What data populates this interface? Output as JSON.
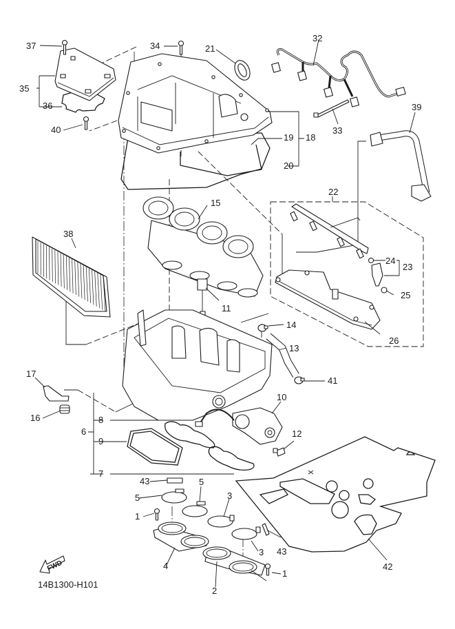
{
  "diagram": {
    "title": "Intake / air box exploded parts diagram",
    "diagram_code": "14B1300-H101",
    "direction_indicator": "FWD",
    "callouts": [
      {
        "id": "c1a",
        "label": "1",
        "part": "bolt"
      },
      {
        "id": "c1b",
        "label": "1",
        "part": "bolt"
      },
      {
        "id": "c2",
        "label": "2",
        "part": "joint (throttle body)"
      },
      {
        "id": "c3a",
        "label": "3",
        "part": "hose clamp"
      },
      {
        "id": "c3b",
        "label": "3",
        "part": "hose clamp"
      },
      {
        "id": "c4",
        "label": "4",
        "part": "joint (throttle body)"
      },
      {
        "id": "c5a",
        "label": "5",
        "part": "hose clamp"
      },
      {
        "id": "c5b",
        "label": "5",
        "part": "hose clamp"
      },
      {
        "id": "c6",
        "label": "6",
        "part": "air filter case assembly"
      },
      {
        "id": "c7",
        "label": "7",
        "part": "gasket"
      },
      {
        "id": "c8",
        "label": "8",
        "part": "gasket"
      },
      {
        "id": "c9",
        "label": "9",
        "part": "seal"
      },
      {
        "id": "c10",
        "label": "10",
        "part": "valve"
      },
      {
        "id": "c11",
        "label": "11",
        "part": "sensor"
      },
      {
        "id": "c12",
        "label": "12",
        "part": "bolt"
      },
      {
        "id": "c13",
        "label": "13",
        "part": "hose"
      },
      {
        "id": "c14",
        "label": "14",
        "part": "clamp"
      },
      {
        "id": "c15",
        "label": "15",
        "part": "throttle body assembly / funnel"
      },
      {
        "id": "c16",
        "label": "16",
        "part": "damper"
      },
      {
        "id": "c17",
        "label": "17",
        "part": "bracket"
      },
      {
        "id": "c18",
        "label": "18",
        "part": "cover assembly"
      },
      {
        "id": "c19",
        "label": "19",
        "part": "seal"
      },
      {
        "id": "c20",
        "label": "20",
        "part": "seal"
      },
      {
        "id": "c21",
        "label": "21",
        "part": "grommet"
      },
      {
        "id": "c22",
        "label": "22",
        "part": "fuel injector rail assembly"
      },
      {
        "id": "c23",
        "label": "23",
        "part": "injector assembly"
      },
      {
        "id": "c24",
        "label": "24",
        "part": "o-ring"
      },
      {
        "id": "c25",
        "label": "25",
        "part": "seal"
      },
      {
        "id": "c26",
        "label": "26",
        "part": "cover"
      },
      {
        "id": "c32",
        "label": "32",
        "part": "wire harness"
      },
      {
        "id": "c33",
        "label": "33",
        "part": "band"
      },
      {
        "id": "c34",
        "label": "34",
        "part": "screw"
      },
      {
        "id": "c35",
        "label": "35",
        "part": "cap assembly"
      },
      {
        "id": "c36",
        "label": "36",
        "part": "seal"
      },
      {
        "id": "c37",
        "label": "37",
        "part": "screw"
      },
      {
        "id": "c38",
        "label": "38",
        "part": "air filter element"
      },
      {
        "id": "c39",
        "label": "39",
        "part": "fuel hose"
      },
      {
        "id": "c40",
        "label": "40",
        "part": "screw"
      },
      {
        "id": "c41",
        "label": "41",
        "part": "clamp"
      },
      {
        "id": "c42",
        "label": "42",
        "part": "insulator sheet"
      },
      {
        "id": "c43a",
        "label": "43",
        "part": "clip"
      },
      {
        "id": "c43b",
        "label": "43",
        "part": "clip"
      }
    ]
  }
}
